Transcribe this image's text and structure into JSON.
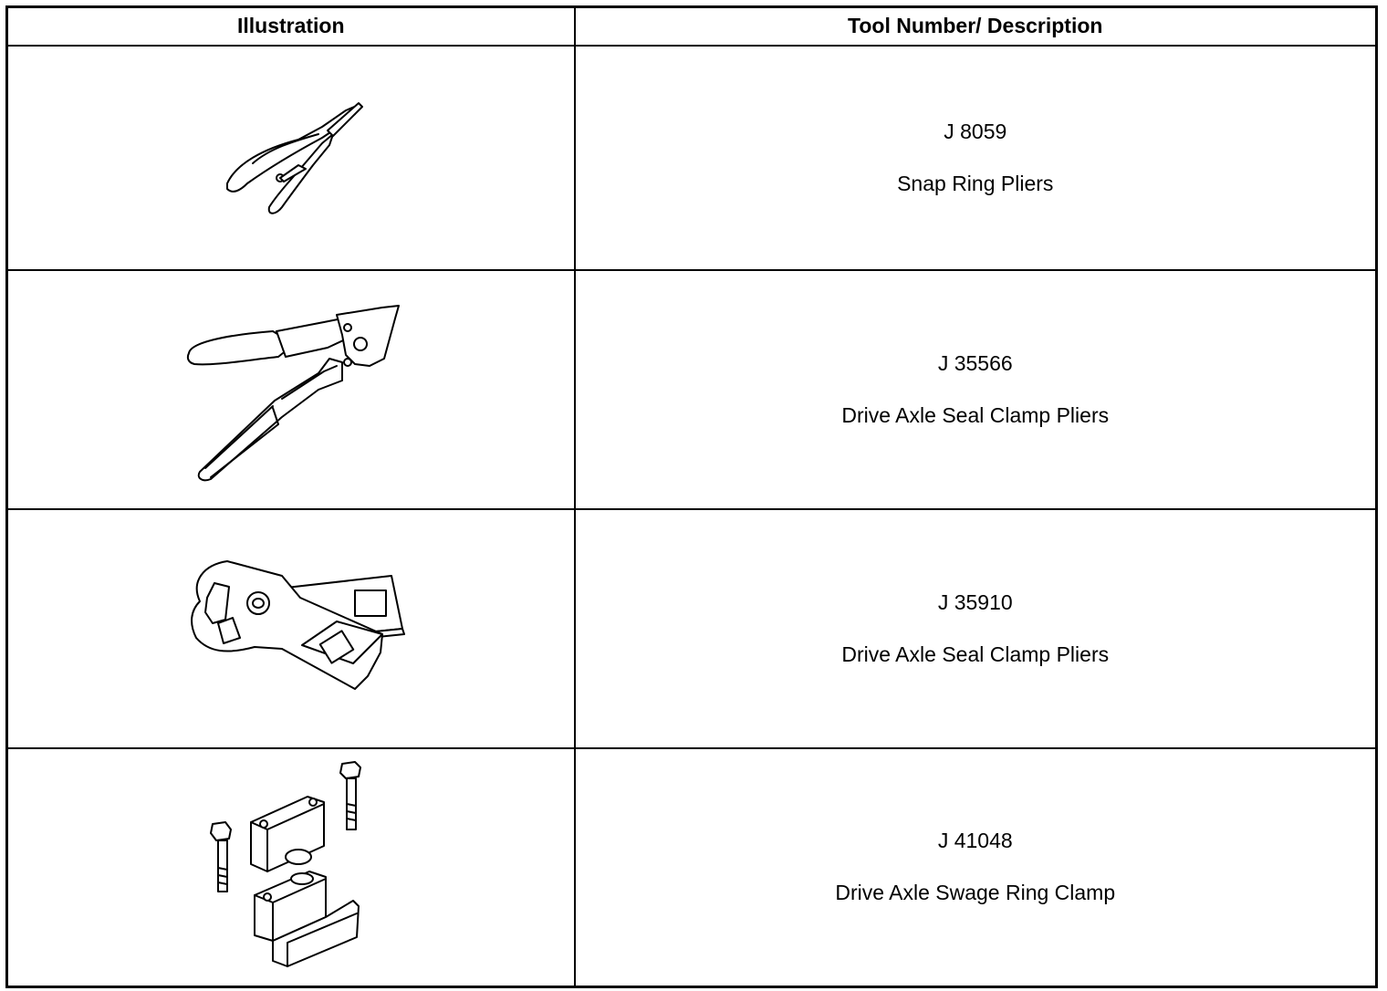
{
  "table": {
    "headers": {
      "illustration": "Illustration",
      "tool": "Tool Number/ Description"
    },
    "rows": [
      {
        "number": "J 8059",
        "description": "Snap Ring Pliers",
        "icon": "snap-ring-pliers"
      },
      {
        "number": "J 35566",
        "description": "Drive Axle Seal Clamp Pliers",
        "icon": "seal-clamp-pliers"
      },
      {
        "number": "J 35910",
        "description": "Drive Axle Seal Clamp Pliers",
        "icon": "seal-clamp-tool"
      },
      {
        "number": "J 41048",
        "description": "Drive Axle Swage Ring Clamp",
        "icon": "swage-ring-clamp"
      }
    ]
  }
}
